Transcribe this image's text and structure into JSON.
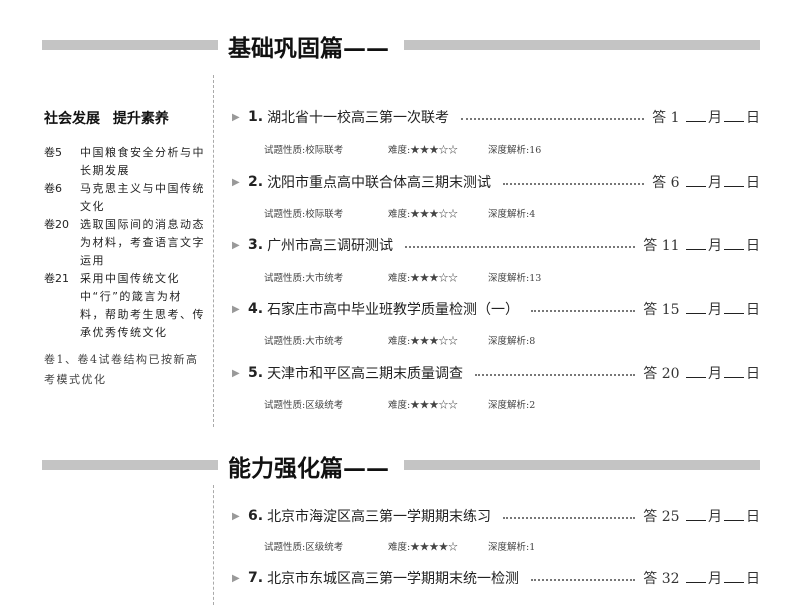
{
  "sections": [
    {
      "title": "基础巩固篇——",
      "items": [
        {
          "num": "1.",
          "title": "湖北省十一校高三第一次联考",
          "ans_label": "答",
          "page": "1",
          "month": "月",
          "day": "日",
          "type": "试题性质:校际联考",
          "difficulty": "难度:★★★☆☆",
          "analysis": "深度解析:16"
        },
        {
          "num": "2.",
          "title": "沈阳市重点高中联合体高三期末测试",
          "ans_label": "答",
          "page": "6",
          "month": "月",
          "day": "日",
          "type": "试题性质:校际联考",
          "difficulty": "难度:★★★☆☆",
          "analysis": "深度解析:4"
        },
        {
          "num": "3.",
          "title": "广州市高三调研测试",
          "ans_label": "答",
          "page": "11",
          "month": "月",
          "day": "日",
          "type": "试题性质:大市统考",
          "difficulty": "难度:★★★☆☆",
          "analysis": "深度解析:13"
        },
        {
          "num": "4.",
          "title": "石家庄市高中毕业班教学质量检测（一）",
          "ans_label": "答",
          "page": "15",
          "month": "月",
          "day": "日",
          "type": "试题性质:大市统考",
          "difficulty": "难度:★★★☆☆",
          "analysis": "深度解析:8"
        },
        {
          "num": "5.",
          "title": "天津市和平区高三期末质量调查",
          "ans_label": "答",
          "page": "20",
          "month": "月",
          "day": "日",
          "type": "试题性质:区级统考",
          "difficulty": "难度:★★★☆☆",
          "analysis": "深度解析:2"
        }
      ]
    },
    {
      "title": "能力强化篇——",
      "items": [
        {
          "num": "6.",
          "title": "北京市海淀区高三第一学期期末练习",
          "ans_label": "答",
          "page": "25",
          "month": "月",
          "day": "日",
          "type": "试题性质:区级统考",
          "difficulty": "难度:★★★★☆",
          "analysis": "深度解析:1"
        },
        {
          "num": "7.",
          "title": "北京市东城区高三第一学期期末统一检测",
          "ans_label": "答",
          "page": "32",
          "month": "月",
          "day": "日"
        }
      ]
    }
  ],
  "sidebar": {
    "heading": "社会发展 提升素养",
    "rows": [
      {
        "key": "卷5",
        "text": "中国粮食安全分析与中长期发展"
      },
      {
        "key": "卷6",
        "text": "马克思主义与中国传统文化"
      },
      {
        "key": "卷20",
        "text": "选取国际间的消息动态为材料，考查语言文字运用"
      },
      {
        "key": "卷21",
        "text": "采用中国传统文化中“行”的箴言为材料，帮助考生思考、传承优秀传统文化"
      }
    ],
    "note": "卷1、卷4试卷结构已按新高考模式优化"
  }
}
